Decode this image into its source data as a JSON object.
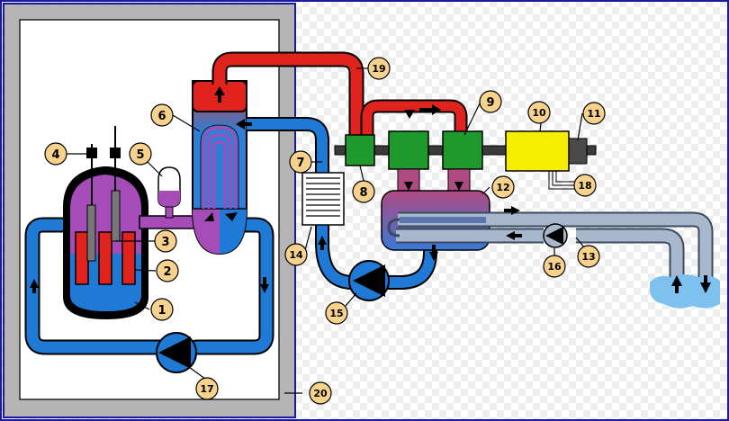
{
  "diagram": {
    "labels": [
      {
        "id": "1",
        "text": "1"
      },
      {
        "id": "2",
        "text": "2"
      },
      {
        "id": "3",
        "text": "3"
      },
      {
        "id": "4",
        "text": "4"
      },
      {
        "id": "5",
        "text": "5"
      },
      {
        "id": "6",
        "text": "6"
      },
      {
        "id": "7",
        "text": "7"
      },
      {
        "id": "8",
        "text": "8"
      },
      {
        "id": "9",
        "text": "9"
      },
      {
        "id": "10",
        "text": "10"
      },
      {
        "id": "11",
        "text": "11"
      },
      {
        "id": "12",
        "text": "12"
      },
      {
        "id": "13",
        "text": "13"
      },
      {
        "id": "14",
        "text": "14"
      },
      {
        "id": "15",
        "text": "15"
      },
      {
        "id": "16",
        "text": "16"
      },
      {
        "id": "17",
        "text": "17"
      },
      {
        "id": "18",
        "text": "18"
      },
      {
        "id": "19",
        "text": "19"
      },
      {
        "id": "20",
        "text": "20"
      }
    ],
    "colors": {
      "primary_coolant": "#1f7ad6",
      "steam": "#e0231c",
      "reactor_core": "#a54cb9",
      "turbine": "#1e9a2c",
      "generator": "#f5ee00",
      "condenser": "#a8b8cc",
      "containment": "#b5b5b5",
      "label_fill": "#f6d28c"
    }
  }
}
